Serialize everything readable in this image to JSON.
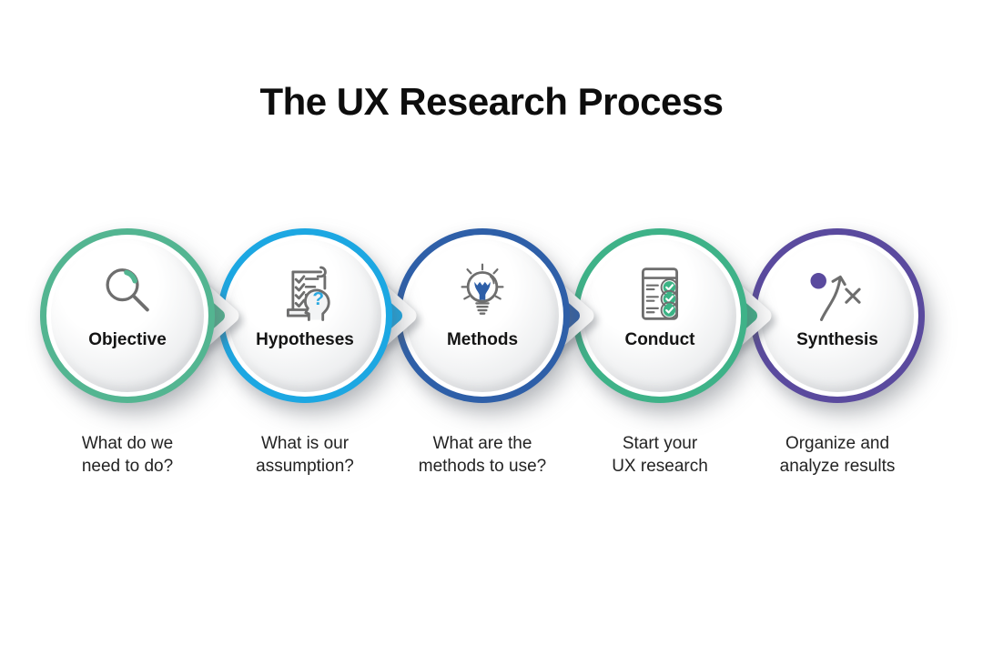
{
  "title": "The UX Research Process",
  "icon_stroke_color": "#6e6e6e",
  "steps": [
    {
      "label": "Objective",
      "icon": "magnifying-glass-icon",
      "ring_color": "#53B591",
      "accent_color": "#53B591",
      "description_lines": [
        "What do we",
        "need to do?"
      ]
    },
    {
      "label": "Hypotheses",
      "icon": "checklist-head-question-icon",
      "ring_color": "#1CA7E2",
      "accent_color": "#29A8E0",
      "icon_text": "?",
      "description_lines": [
        "What is our",
        "assumption?"
      ]
    },
    {
      "label": "Methods",
      "icon": "lightbulb-icon",
      "ring_color": "#2E5FA8",
      "accent_color": "#2E5FA8",
      "description_lines": [
        "What are the",
        "methods to use?"
      ]
    },
    {
      "label": "Conduct",
      "icon": "clipboard-checklist-icon",
      "ring_color": "#3EB288",
      "accent_color": "#3BB385",
      "description_lines": [
        "Start your",
        "UX research"
      ]
    },
    {
      "label": "Synthesis",
      "icon": "strategy-arrow-icon",
      "ring_color": "#5A4A9E",
      "accent_color": "#5A4A9E",
      "description_lines": [
        "Organize and",
        "analyze results"
      ]
    }
  ]
}
